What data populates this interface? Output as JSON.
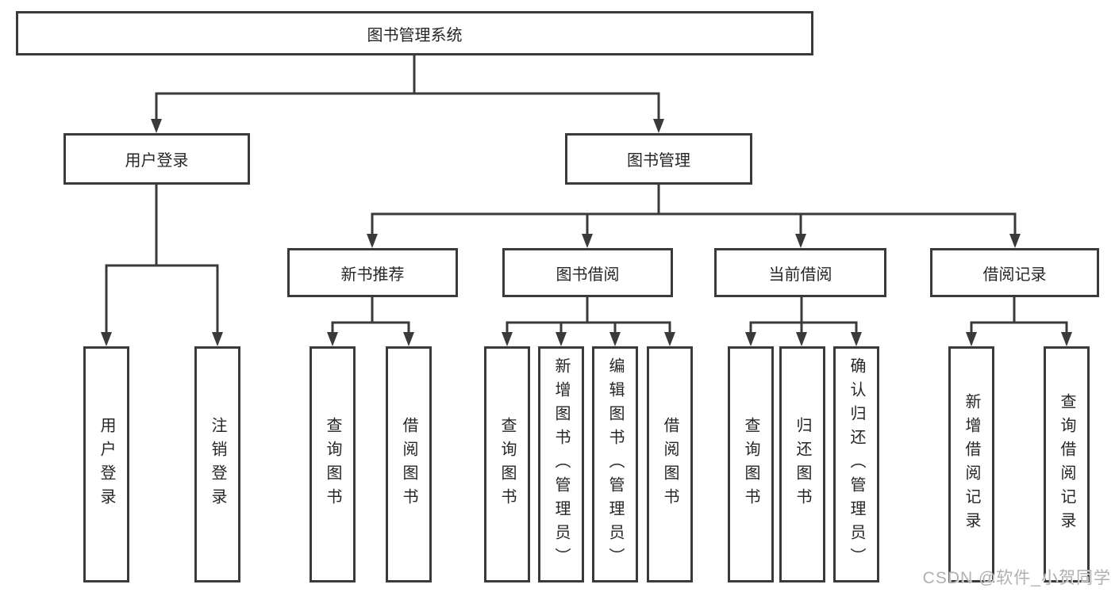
{
  "diagram_title": "图书管理系统",
  "nodes": {
    "root": "图书管理系统",
    "user_login": "用户登录",
    "book_mgmt": "图书管理",
    "new_book_rec": "新书推荐",
    "book_borrow": "图书借阅",
    "current_borrow": "当前借阅",
    "borrow_records": "借阅记录",
    "leaves": {
      "user_login": [
        "用户登录",
        "注销登录"
      ],
      "new_book_rec": [
        "查询图书",
        "借阅图书"
      ],
      "book_borrow": [
        "查询图书",
        "新增图书（管理员）",
        "编辑图书（管理员）",
        "借阅图书"
      ],
      "current_borrow": [
        "查询图书",
        "归还图书",
        "确认归还（管理员）"
      ],
      "borrow_records": [
        "新增借阅记录",
        "查询借阅记录"
      ]
    }
  },
  "watermark": "CSDN @软件_小贺同学",
  "colors": {
    "line": "#3a3a3a",
    "text": "#262626",
    "watermark": "#b0b0b0",
    "background": "#ffffff"
  }
}
